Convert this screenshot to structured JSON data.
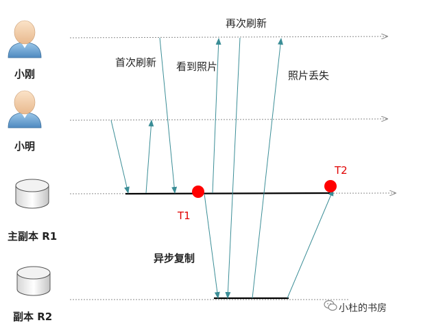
{
  "actors": {
    "xiaogang": "小刚",
    "xiaoming": "小明",
    "r1": "主副本 R1",
    "r2": "副本 R2"
  },
  "labels": {
    "first_refresh": "首次刷新",
    "see_photo": "看到照片",
    "refresh_again": "再次刷新",
    "photo_lost": "照片丢失",
    "async_copy": "异步复制",
    "t1": "T1",
    "t2": "T2"
  },
  "watermark": "小杜的书房",
  "colors": {
    "arrow": "#3a8d96",
    "timeline": "#8a8a8a",
    "active_bar": "#000000",
    "marker": "#ff0000"
  }
}
